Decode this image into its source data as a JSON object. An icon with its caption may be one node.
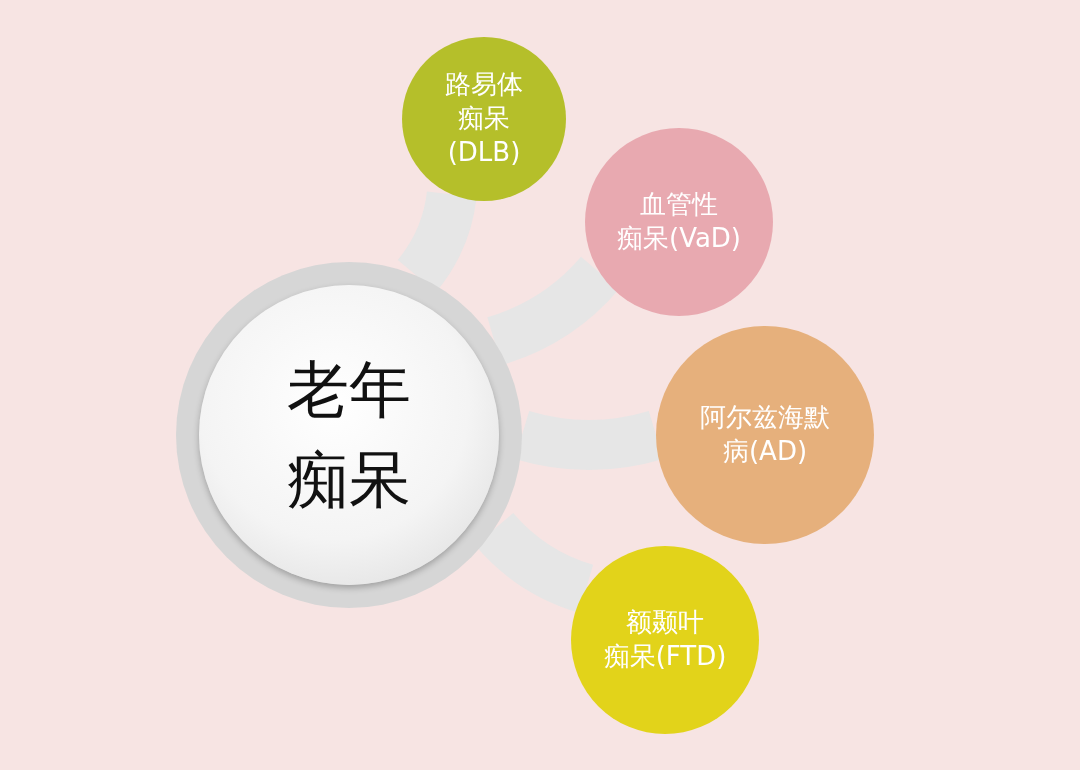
{
  "diagram": {
    "nodes": [
      {
        "text": [
          "老年痴呆"
        ]
      },
      {
        "text": [
          "路易体痴呆(DLB)"
        ]
      },
      {
        "text": [
          "血管性痴呆(VaD)"
        ]
      },
      {
        "text": [
          "阿尔兹海默病(AD)"
        ]
      },
      {
        "text": [
          "额颞叶痴呆(FTD)"
        ]
      }
    ],
    "edges": [
      {
        "from": 0,
        "to": 1,
        "arrow": "none"
      },
      {
        "from": 0,
        "to": 2,
        "arrow": "none"
      },
      {
        "from": 0,
        "to": 3,
        "arrow": "none"
      },
      {
        "from": 0,
        "to": 4,
        "arrow": "none"
      }
    ]
  }
}
